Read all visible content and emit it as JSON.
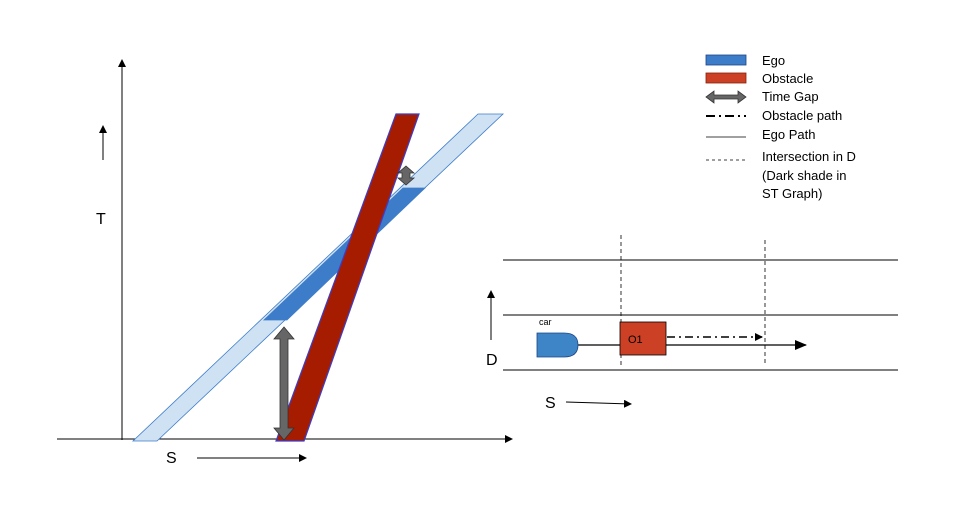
{
  "st_graph": {
    "axis_t_label": "T",
    "axis_s_label": "S"
  },
  "road_view": {
    "axis_d_label": "D",
    "axis_s_label": "S",
    "car_label": "car",
    "obstacle_label": "O1"
  },
  "legend": {
    "ego": "Ego",
    "obstacle": "Obstacle",
    "time_gap": "Time Gap",
    "obstacle_path": "Obstacle path",
    "ego_path": "Ego Path",
    "intersection_line1": "Intersection in D",
    "intersection_line2": "(Dark shade in",
    "intersection_line3": "ST Graph)"
  },
  "colors": {
    "ego": "#3d7cc9",
    "ego_light": "#cfe2f3",
    "obstacle": "#a61c00",
    "obstacle_border": "#3d3dc9",
    "time_gap": "#666666"
  }
}
